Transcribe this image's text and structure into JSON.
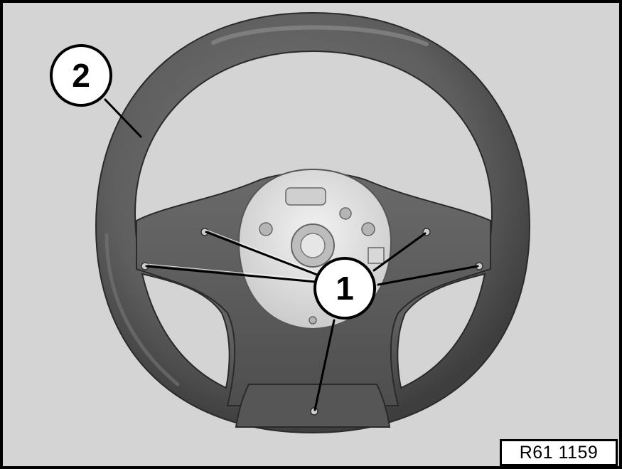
{
  "callouts": {
    "item_1": "1",
    "item_2": "2"
  },
  "reference": "R61 1159",
  "colors": {
    "background": "#d4d4d4",
    "frame": "#000000",
    "wheel_rim": "#5e5e5e",
    "hub_metal": "#e6e6e6",
    "callout_fill": "#ffffff"
  }
}
